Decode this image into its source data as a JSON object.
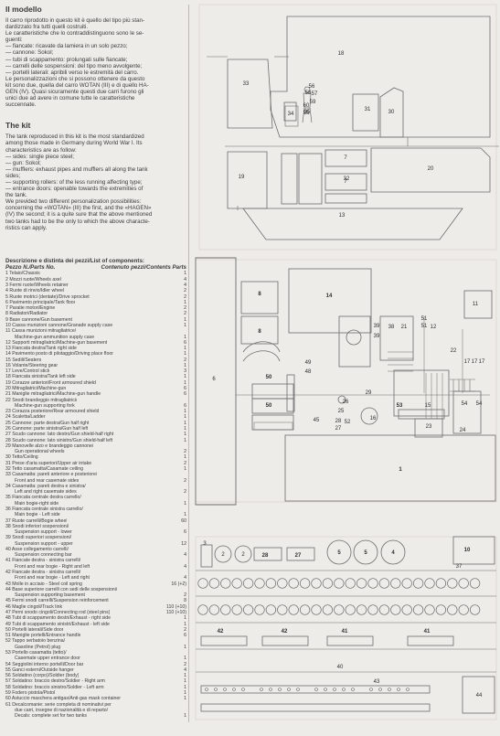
{
  "model_heading": "Il modello",
  "model_lines": [
    "Il carro riprodotto in questo kit è quello del tipo più stan-",
    "dardizzato fra tutti quelli costruiti.",
    "Le caratteristiche che lo contraddistinguono sono le se-",
    "guenti:",
    "— fiancate: ricavate da lamiera in un solo pezzo;",
    "— cannone: Sokol;",
    "— tubi di scappamento: prolungati sulle fiancate;",
    "— carrelli delle sospensioni: del tipo meno avvolgente;",
    "— portelli laterali: apribili verso le estremità del carro.",
    "Le personalizzazioni che si possono ottenere da questo",
    "kit sono due, quella del carro WOTAN (III) e di quello HA-",
    "GEN (IV). Quasi sicuramente questi due carri furono gli",
    "unici due ad avere in comune tutte le caratteristiche",
    "succennate."
  ],
  "kit_heading": "The kit",
  "kit_lines": [
    "The tank reproduced in this kit is the most standardized",
    "among those made in Germany during World War I. Its",
    "characteristics are as follow:",
    "— sides: single piece steel;",
    "— gun: Sokol;",
    "— mufflers: exhaust pipes and mufflers all along the tank",
    "sides;",
    "— supporting rollers: of the less running affecting type;",
    "— entrance doors: openable towards the extremities of",
    "the tank.",
    "We previded two different personalization possibilities:",
    "concerning the «WOTAN» (III) the first, and the «HAGEN»",
    "(IV) the second; it is a quite sure that the above mentioned",
    "two tanks had to be the only to which the above characte-",
    "ristics can apply."
  ],
  "list": {
    "title": "Descrizione e distinta dei pezzi/List of components:",
    "col1": "Pezzo N./Parts No.",
    "col2": "Contenuto pezzi/Contents Parts",
    "rows": [
      {
        "t": "1 Telaio/Chassis",
        "q": "1"
      },
      {
        "t": "2 Mozzi ruote/Wheels axel",
        "q": "4"
      },
      {
        "t": "3 Fermi ruote/Wheels retainer",
        "q": "4"
      },
      {
        "t": "4 Ruote di rinvio/Idler wheel",
        "q": "2"
      },
      {
        "t": "5 Ruote motrici (dentate)/Drive sprocket",
        "q": "2"
      },
      {
        "t": "6 Pavimento principale/Tank floor",
        "q": "1"
      },
      {
        "t": "7 Paratie motori/Engine",
        "q": "2"
      },
      {
        "t": "8 Radiatori/Radiator",
        "q": "2"
      },
      {
        "t": "9 Base cannone/Gun basement",
        "q": "1"
      },
      {
        "t": "10 Cassa munizioni cannone/Granade supply case",
        "q": "1"
      },
      {
        "t": "11 Cassa munizioni mitragliatrice/",
        "q": ""
      },
      {
        "t": "Machine-gun ammunition supply case",
        "q": "1"
      },
      {
        "t": "12 Supporti mitragliatrici/Machine-gun basement",
        "q": "6"
      },
      {
        "t": "13 Fiancata destra/Tank right side",
        "q": "1"
      },
      {
        "t": "14 Pavimento posto di pilotaggio/Driving place floor",
        "q": "1"
      },
      {
        "t": "15 Sedili/Seaters",
        "q": "2"
      },
      {
        "t": "16 Volante/Steering gear",
        "q": "1"
      },
      {
        "t": "17 Leve/Control stick",
        "q": "3"
      },
      {
        "t": "18 Fiancata sinistra/Tank left side",
        "q": "1"
      },
      {
        "t": "19 Corazze anteriori/Front armoured shield",
        "q": "1"
      },
      {
        "t": "20 Mitragliatrici/Machine-gun",
        "q": "6"
      },
      {
        "t": "21 Maniglie mitragliatrici/Machine-gun handle",
        "q": "6"
      },
      {
        "t": "22 Snodi brandeggio mitragliatrici/",
        "q": ""
      },
      {
        "t": "Machine-gun supporting fork",
        "q": "6"
      },
      {
        "t": "23 Corazza posteriore/Rear armoured shield",
        "q": "1"
      },
      {
        "t": "24 Scaletta/Ladder",
        "q": "1"
      },
      {
        "t": "25 Cannone: parte destra/Gun half right",
        "q": "1"
      },
      {
        "t": "26 Cannone: parte sinistra/Gun half left",
        "q": "1"
      },
      {
        "t": "27 Scudo cannone: lato destro/Gun shield-half right",
        "q": "1"
      },
      {
        "t": "28 Scudo cannone: lato sinistro/Gun shield-half left",
        "q": "1"
      },
      {
        "t": "29 Manovelle alzo e brandeggio cannone/",
        "q": ""
      },
      {
        "t": "Gun operational wheels",
        "q": "2"
      },
      {
        "t": "30 Tetto/Ceiling",
        "q": "1"
      },
      {
        "t": "31 Prese d'aria superiori/Upper air intake",
        "q": "2"
      },
      {
        "t": "32 Tetto casamatta/Casamate ceiling",
        "q": "1"
      },
      {
        "t": "33 Casamatta: pareti anteriore e posteriore/",
        "q": ""
      },
      {
        "t": "Front and rear casemate sides",
        "q": "2"
      },
      {
        "t": "34 Casamatta: pareti destra e sinistra/",
        "q": ""
      },
      {
        "t": "Left and right casemate sides",
        "q": "2"
      },
      {
        "t": "35 Fiancata centrale destra carrello/",
        "q": ""
      },
      {
        "t": "Main bogie-right side",
        "q": "1"
      },
      {
        "t": "36 Fiancata centrale sinistra carrello/",
        "q": ""
      },
      {
        "t": "Main bogie - Left side",
        "q": "1"
      },
      {
        "t": "37 Ruote carrelli/Bogie wheel",
        "q": "60"
      },
      {
        "t": "38 Snodi inferiori sospensioni/",
        "q": ""
      },
      {
        "t": "Suspension support - lower",
        "q": "6"
      },
      {
        "t": "39 Snodi superiori sospensioni/",
        "q": ""
      },
      {
        "t": "Suspension support - upper",
        "q": "12"
      },
      {
        "t": "40 Asse collegamento carrelli/",
        "q": ""
      },
      {
        "t": "Suspension connecting bar",
        "q": "4"
      },
      {
        "t": "41 Fiancate destra - sinistra carrelli/",
        "q": ""
      },
      {
        "t": "Front and rear bogie - Right and left",
        "q": "4"
      },
      {
        "t": "42 Fiancate destra - sinistra carrelli/",
        "q": ""
      },
      {
        "t": "Front and rear bogie - Left and right",
        "q": "4"
      },
      {
        "t": "43 Molle in acciaio - Steel coil spring",
        "q": "16 (+2)"
      },
      {
        "t": "44 Base superiore carrelli con sedi delle sospensioni/",
        "q": ""
      },
      {
        "t": "Suspension supporting basement",
        "q": "2"
      },
      {
        "t": "45 Fermi snodi carrelli/Suspension reinforcement",
        "q": "8"
      },
      {
        "t": "46 Maglie cingoli/Track link",
        "q": "110 (+10)"
      },
      {
        "t": "47 Perni snodo cingoli/Connecting rod (steel pins)",
        "q": "110 (+10)"
      },
      {
        "t": "48 Tubi di scappamento destri/Exhaust - right side",
        "q": "1"
      },
      {
        "t": "49 Tubi di scappamento sinistri/Exhaust - left side",
        "q": "1"
      },
      {
        "t": "50 Portelli laterali/Side door",
        "q": "2"
      },
      {
        "t": "51 Maniglie portelli/Entrance handle",
        "q": "6"
      },
      {
        "t": "52 Tappo serbatoio benzina/",
        "q": ""
      },
      {
        "t": "Gasoline (Petrol) plug",
        "q": "1"
      },
      {
        "t": "53 Portello casamatta (tetto)/",
        "q": ""
      },
      {
        "t": "Casemate upper entrance door",
        "q": "1"
      },
      {
        "t": "54 Seggiolini interno portelli/Door bar",
        "q": "2"
      },
      {
        "t": "55 Ganci esterni/Outside hanger",
        "q": "4"
      },
      {
        "t": "56 Soldatino (corpo)/Soldier (body)",
        "q": "1"
      },
      {
        "t": "57 Soldatino: braccio destro/Soldier - Right arm",
        "q": "1"
      },
      {
        "t": "58 Soldatino: braccio sinistro/Soldier - Left arm",
        "q": "1"
      },
      {
        "t": "59 Fodero pistola/Pistol",
        "q": "1"
      },
      {
        "t": "60 Astuccio maschera antigas/Anti-gas mask container",
        "q": "1"
      },
      {
        "t": "61 Decalcomanie: serie completa di nominativi per",
        "q": ""
      },
      {
        "t": "due carri, insegne di nazionalità e di reparto/",
        "q": ""
      },
      {
        "t": "Decals: complete set for two tanks",
        "q": "1"
      }
    ]
  },
  "sprue_labels": {
    "a18": "18",
    "a33": "33",
    "a56": "56",
    "a58": "58",
    "a57": "57",
    "a59": "59",
    "a60": "60",
    "a55": "55",
    "a34": "34",
    "a35": "35",
    "a31": "31",
    "a30": "30",
    "a19": "19",
    "a32": "32",
    "a7a": "7",
    "a7b": "7",
    "a20": "20",
    "a13": "13",
    "b14": "14",
    "b11": "11",
    "b8a": "8",
    "b8b": "8",
    "b39a": "39",
    "b38": "38",
    "b21": "21",
    "b51a": "51",
    "b51b": "51",
    "b12": "12",
    "b39b": "39",
    "b22": "22",
    "b6": "6",
    "b49": "49",
    "b48": "48",
    "b17a": "17",
    "b17b": "17",
    "b17c": "17",
    "b50a": "50",
    "b50b": "50",
    "b29": "29",
    "b26": "26",
    "b25": "25",
    "b53": "53",
    "b15": "15",
    "b54a": "54",
    "b54b": "54",
    "b28": "28",
    "b27": "27",
    "b52": "52",
    "b16": "16",
    "b45": "45",
    "b23": "23",
    "b24": "24",
    "b1": "1",
    "c3": "3",
    "c2a": "2",
    "c2b": "2",
    "c28": "28",
    "c27": "27",
    "c5a": "5",
    "c5b": "5",
    "c4": "4",
    "c10": "10",
    "c37": "37",
    "c42a": "42",
    "c42b": "42",
    "c41a": "41",
    "c41b": "41",
    "c40": "40",
    "c44": "44",
    "c43": "43"
  }
}
